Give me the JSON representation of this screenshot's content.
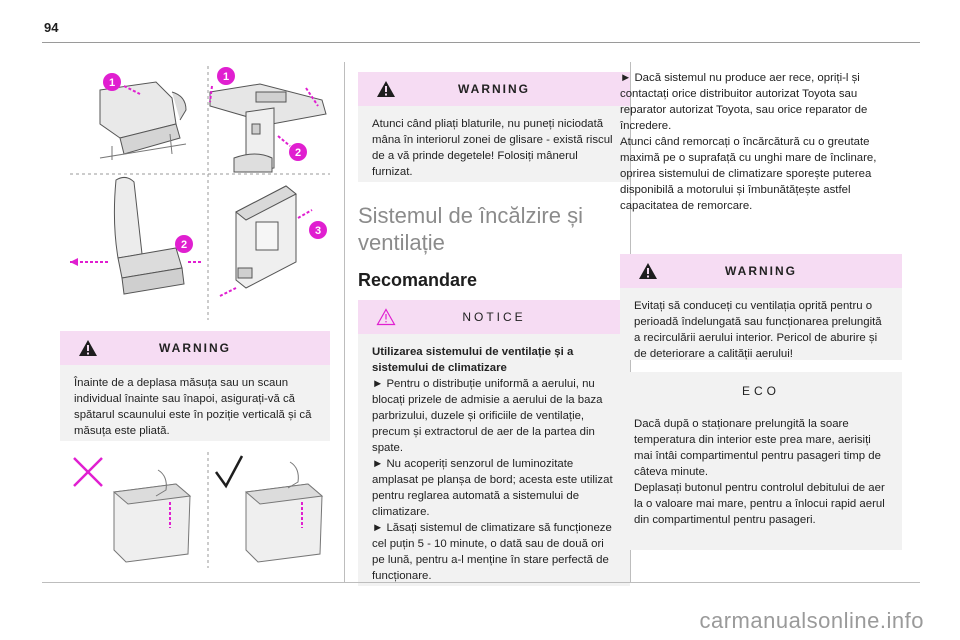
{
  "page_number": "94",
  "illustration_callouts": [
    "1",
    "1",
    "2",
    "2",
    "3"
  ],
  "left": {
    "warning": {
      "title": "WARNING",
      "text": "Înainte de a deplasa măsuța sau un scaun individual înainte sau înapoi, asigurați-vă că spătarul scaunului este în poziție verticală și că măsuța este pliată."
    }
  },
  "middle": {
    "warning": {
      "title": "WARNING",
      "text": "Atunci când pliați blaturile, nu puneți niciodată mâna în interiorul zonei de glisare - există riscul de a vă prinde degetele! Folosiți mânerul furnizat."
    },
    "section_title": "Sistemul de încălzire și ventilație",
    "subsection_title": "Recomandare",
    "notice": {
      "title": "NOTICE",
      "heading": "Utilizarea sistemului de ventilație și a sistemului de climatizare",
      "items": [
        "► Pentru o distribuție uniformă a aerului, nu blocați prizele de admisie a aerului de la baza parbrizului, duzele și orificiile de ventilație, precum și extractorul de aer de la partea din spate.",
        "► Nu acoperiți senzorul de luminozitate amplasat pe planșa de bord; acesta este utilizat pentru reglarea automată a sistemului de climatizare.",
        "► Lăsați sistemul de climatizare să funcționeze cel puțin 5 - 10 minute, o dată sau de două ori pe lună, pentru a-l menține în stare perfectă de funcționare."
      ]
    }
  },
  "right": {
    "intro": [
      "► Dacă sistemul nu produce aer rece, opriți-l și contactați orice distribuitor autorizat Toyota sau reparator autorizat Toyota, sau orice reparator de încredere.",
      "Atunci când remorcați o încărcătură cu o greutate maximă pe o suprafață cu unghi mare de înclinare, oprirea sistemului de climatizare sporește puterea disponibilă a motorului și îmbunătățește astfel capacitatea de remorcare."
    ],
    "warning": {
      "title": "WARNING",
      "text": "Evitați să conduceți cu ventilația oprită pentru o perioadă îndelungată sau funcționarea prelungită a recirculării aerului interior. Pericol de aburire și de deteriorare a calității aerului!"
    },
    "eco": {
      "title": "ECO",
      "paragraphs": [
        "Dacă după o staționare prelungită la soare temperatura din interior este prea mare, aerisiți mai întâi compartimentul pentru pasageri timp de câteva minute.",
        "Deplasați butonul pentru controlul debitului de aer la o valoare mai mare, pentru a înlocui rapid aerul din compartimentul pentru pasageri."
      ]
    }
  },
  "watermark": "carmanualsonline.info",
  "colors": {
    "accent_pink": "#e01fd0",
    "box_header": "#f6dcf3",
    "box_body": "#f2f2f2"
  }
}
